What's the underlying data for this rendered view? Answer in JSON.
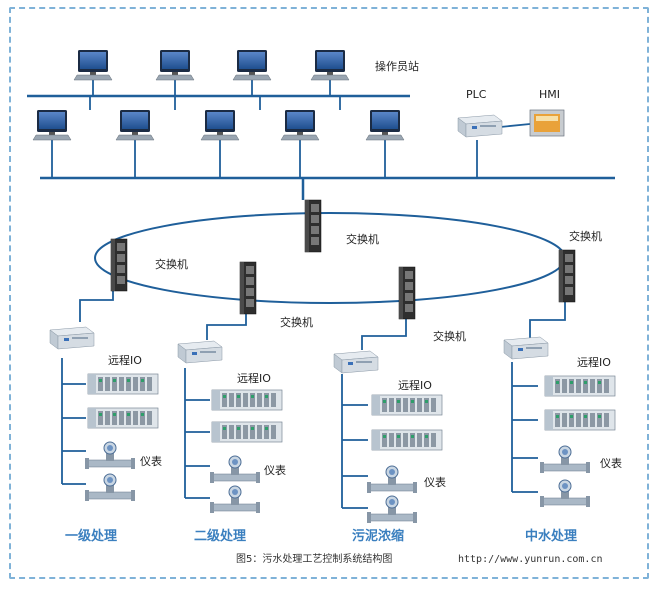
{
  "labels": {
    "operator_station": "操作员站",
    "plc": "PLC",
    "hmi": "HMI",
    "switch": "交换机",
    "remote_io": "远程IO",
    "instrument": "仪表"
  },
  "sections": [
    {
      "name": "一级处理"
    },
    {
      "name": "二级处理"
    },
    {
      "name": "污泥浓缩"
    },
    {
      "name": "中水处理"
    }
  ],
  "caption": "图5：污水处理工艺控制系统结构图",
  "url": "http://www.yunrun.com.cn",
  "colors": {
    "bus": "#1f5f9a",
    "ring": "#1f5f9a",
    "section_text": "#3a7fbf",
    "frame": "#7fb2d8"
  }
}
